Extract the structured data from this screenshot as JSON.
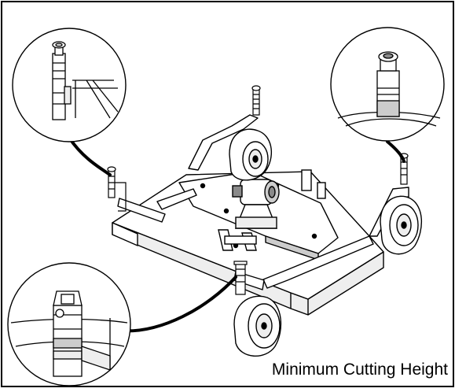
{
  "figure": {
    "caption": "Minimum Cutting Height",
    "colors": {
      "ink": "#000000",
      "paper": "#ffffff",
      "shade_light": "#eeeeee",
      "shade_mid": "#cccccc",
      "shade_dark": "#8a8a8a"
    },
    "detail_callouts": [
      {
        "name": "left-gauge-wheel-pin-detail"
      },
      {
        "name": "right-gauge-wheel-pin-detail"
      },
      {
        "name": "rear-gauge-wheel-pin-detail"
      }
    ]
  }
}
